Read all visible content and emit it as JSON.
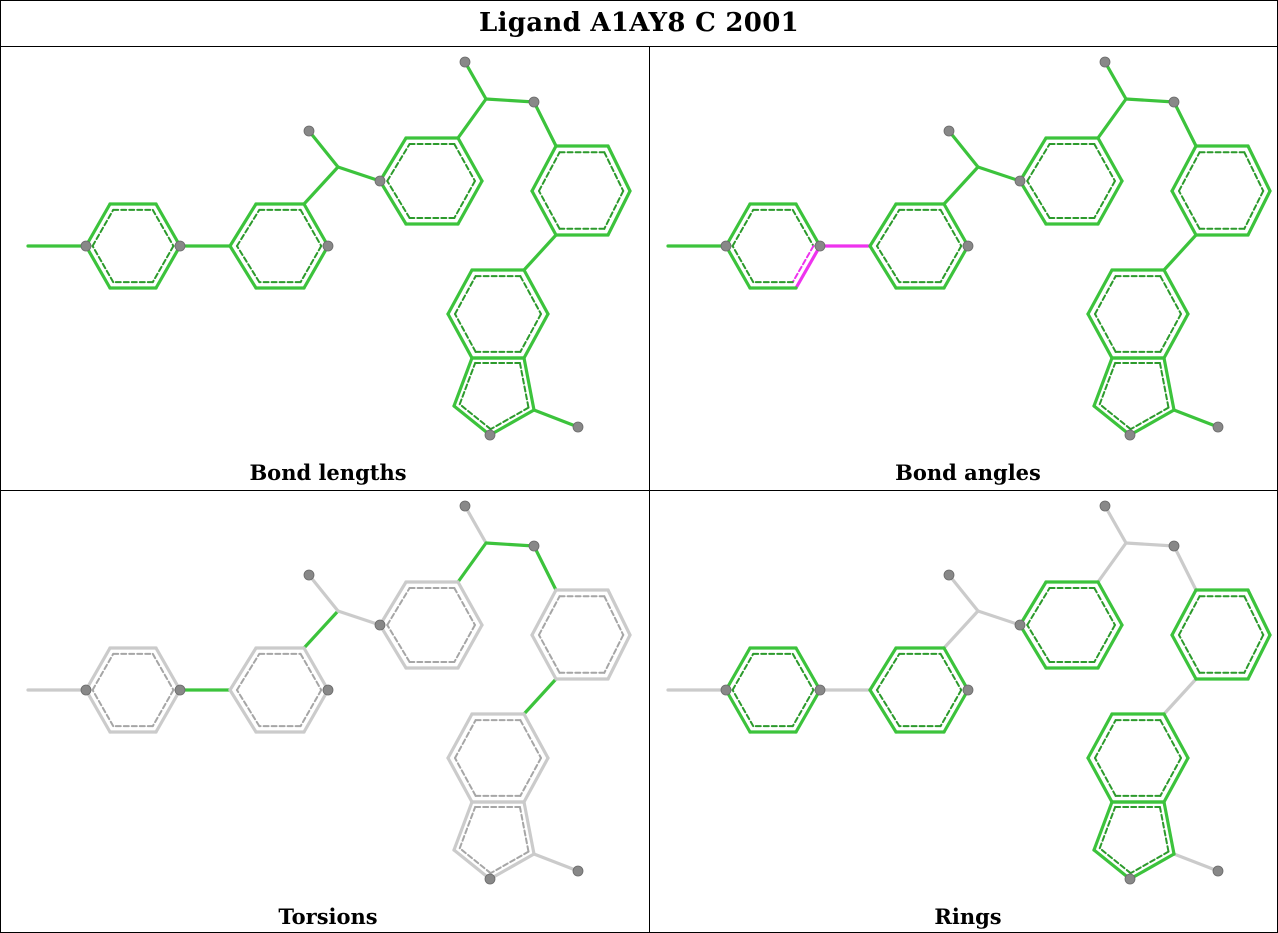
{
  "title": "Ligand A1AY8 C 2001",
  "colors": {
    "ok": "#3cc33c",
    "ok_dash": "#2c9a2c",
    "outlier": "#ee33ee",
    "neutral": "#cbcbcb",
    "neutral_dash": "#a6a6a6",
    "atom": "#888888"
  },
  "panels": [
    {
      "caption": "Bond lengths",
      "mode": "lengths"
    },
    {
      "caption": "Bond angles",
      "mode": "angles"
    },
    {
      "caption": "Torsions",
      "mode": "torsions"
    },
    {
      "caption": "Rings",
      "mode": "rings"
    }
  ]
}
